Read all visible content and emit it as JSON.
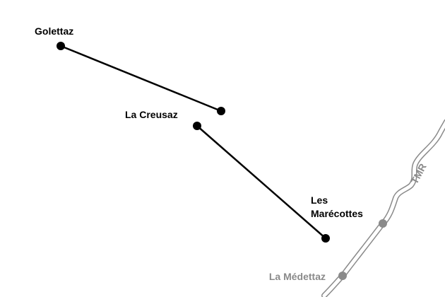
{
  "map": {
    "colors": {
      "background": "#ffffff",
      "cable_line": "#000000",
      "station": "#000000",
      "trail_outline": "#8a8a8a",
      "trail_fill": "#ffffff",
      "trail_label": "#8a8a8a",
      "trail_station": "#8a8a8a",
      "label": "#000000"
    },
    "stations": {
      "golettaz": "Golettaz",
      "la_creusaz": "La Creusaz",
      "les_marecottes_line1": "Les",
      "les_marecottes_line2": "Marécottes"
    },
    "trail": {
      "name": "TMR",
      "stop_label": "La Médettaz"
    }
  }
}
